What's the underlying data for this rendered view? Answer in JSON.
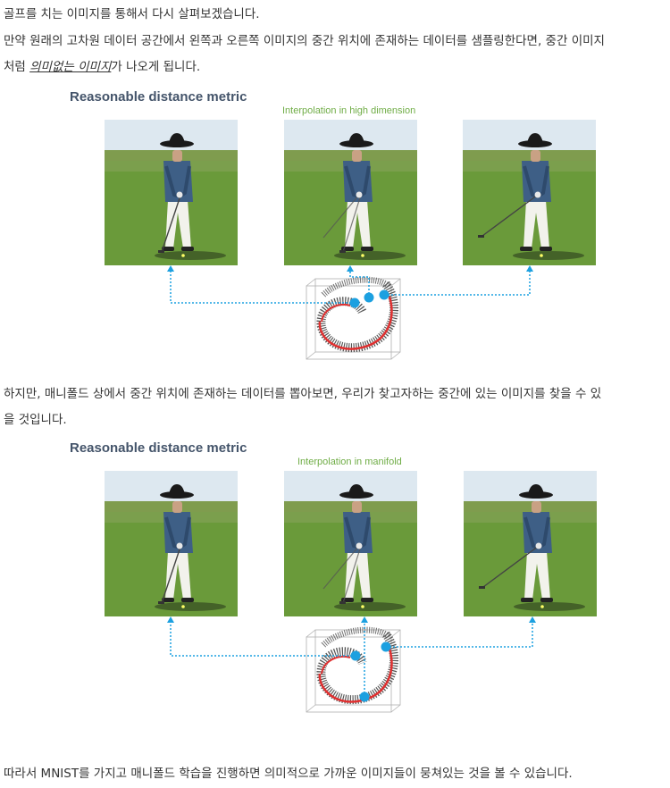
{
  "paragraphs": {
    "p1": "골프를 치는 이미지를 통해서 다시 살펴보겠습니다.",
    "p2": "만약 원래의 고차원 데이터 공간에서 왼쪽과 오른쪽 이미지의 중간 위치에 존재하는 데이터를 샘플링한다면, 중간 이미지",
    "p3_before": "처럼 ",
    "p3_emphasis": "의미없는 이미지",
    "p3_after": "가 나오게 됩니다.",
    "p4": "하지만, 매니폴드 상에서 중간 위치에 존재하는 데이터를 뽑아보면, 우리가 찾고자하는 중간에 있는 이미지를 찾을 수 있",
    "p5": "을 것입니다.",
    "p6": "따라서 MNIST를 가지고 매니폴드 학습을 진행하면 의미적으로 가까운 이미지들이 뭉쳐있는 것을 볼 수 있습니다."
  },
  "figure1": {
    "title": "Reasonable distance metric",
    "subtitle": "Interpolation in high dimension"
  },
  "figure2": {
    "title": "Reasonable distance metric",
    "subtitle": "Interpolation in manifold"
  },
  "colors": {
    "text": "#333333",
    "figure_title": "#44546a",
    "figure_subtitle": "#70ad47",
    "connector": "#1ca0e0",
    "manifold_curve": "#e03030",
    "grass": "#6a9a3a",
    "sky": "#dde8f0"
  }
}
